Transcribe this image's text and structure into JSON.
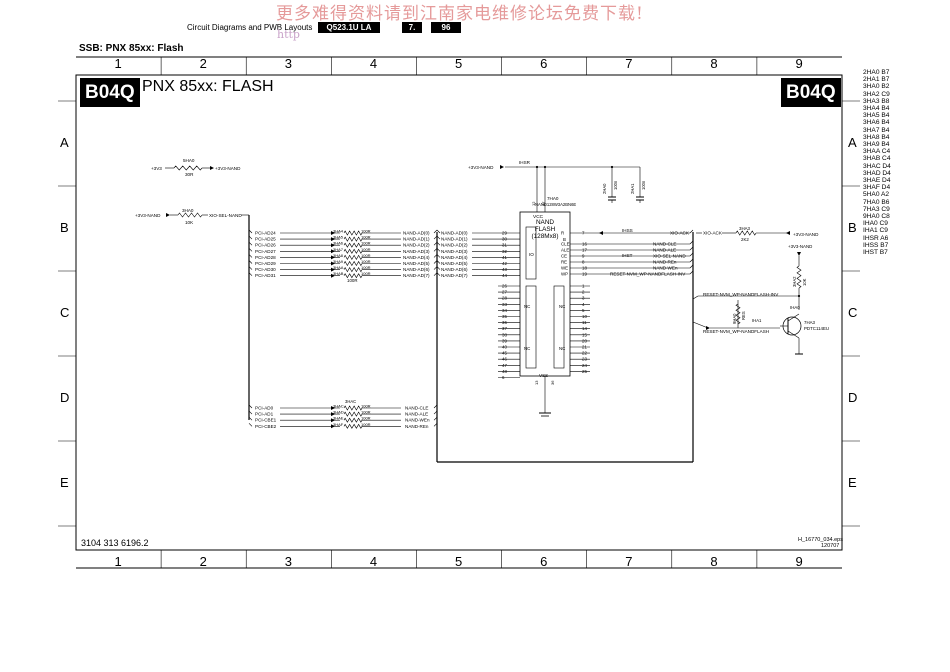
{
  "header": {
    "label": "Circuit Diagrams and PWB Layouts",
    "model": "Q523.1U LA",
    "section": "7.",
    "page": "96"
  },
  "watermark": {
    "line1": "更多难得资料请到江南家电维修论坛免费下载!",
    "line2": "http"
  },
  "ssb_title": "SSB: PNX 85xx: Flash",
  "sheet": {
    "code": "B04Q",
    "title": "PNX 85xx: FLASH",
    "doc_number": "3104 313 6196.2",
    "file_ref": "H_16770_034.eps",
    "date_ref": "120707"
  },
  "grid": {
    "columns": [
      "1",
      "2",
      "3",
      "4",
      "5",
      "6",
      "7",
      "8",
      "9"
    ],
    "rows": [
      "A",
      "B",
      "C",
      "D",
      "E"
    ]
  },
  "ref_list": [
    "2HA0 B7",
    "2HA1 B7",
    "3HA0 B2",
    "3HA2 C9",
    "3HA3 B8",
    "3HA4 B4",
    "3HA5 B4",
    "3HA6 B4",
    "3HA7 B4",
    "3HA8 B4",
    "3HA9 B4",
    "3HAA C4",
    "3HAB C4",
    "3HAC D4",
    "3HAD D4",
    "3HAE D4",
    "3HAF D4",
    "5HA0 A2",
    "7HA0 B6",
    "7HA3 C9",
    "9HA0 C8",
    "IHA0 C9",
    "IHA1 C9",
    "IHSR A6",
    "IHSS B7",
    "IHST B7"
  ],
  "schematic": {
    "power_left": {
      "net": "+3V3",
      "ref": "5HA0",
      "value": "30R",
      "out": "+3V3-NAND"
    },
    "pullup": {
      "net": "+3V3-NAND",
      "ref": "3HA0",
      "value": "10K",
      "out": "XIO-SEL-NAND"
    },
    "pci_ad": [
      "PCI-AD24",
      "PCI-AD25",
      "PCI-AD26",
      "PCI-AD27",
      "PCI-AD28",
      "PCI-AD29",
      "PCI-AD30",
      "PCI-AD31"
    ],
    "res_ad_refs": [
      "3HA4",
      "3HA5",
      "3HA6",
      "3HA7",
      "3HA8",
      "3HA9",
      "3HAA",
      "3HAB"
    ],
    "res_value": "100R",
    "nand_ad": [
      "NAND-AD(0)",
      "NAND-AD(1)",
      "NAND-AD(2)",
      "NAND-AD(3)",
      "NAND-AD(4)",
      "NAND-AD(5)",
      "NAND-AD(6)",
      "NAND-AD(7)"
    ],
    "io_pins": [
      "29",
      "30",
      "31",
      "32",
      "41",
      "42",
      "43",
      "44"
    ],
    "pci_ctl": [
      "PCI-AD0",
      "PCI-AD1",
      "PCI-CBE1",
      "PCI-CBE2"
    ],
    "res_ctl_refs": [
      "3HAC",
      "3HAD",
      "3HAE",
      "3HAF"
    ],
    "nand_ctl": [
      "NAND-CLE",
      "NAND-ALE",
      "NAND-WEn",
      "NAND-REn"
    ],
    "chip": {
      "ref": "7HA0",
      "part": "NAND128W3A2BN6E",
      "name1": "NAND",
      "name2": "FLASH",
      "size": "(128Mx8)",
      "vcc": "VCC",
      "vss": "VSS",
      "io": "IO",
      "nc": "NC"
    },
    "supply_net": "+3V3-NAND",
    "supply_test": "IHSR",
    "caps": [
      {
        "ref": "2HA0",
        "value": "100n"
      },
      {
        "ref": "2HA1",
        "value": "100n"
      }
    ],
    "nc_left": [
      "26",
      "27",
      "28",
      "33",
      "34",
      "35",
      "36",
      "37",
      "38",
      "39",
      "40",
      "45",
      "46",
      "47",
      "48",
      "6"
    ],
    "nc_right": [
      "1",
      "2",
      "3",
      "4",
      "5",
      "10",
      "11",
      "14",
      "15",
      "20",
      "21",
      "22",
      "23",
      "24",
      "25"
    ],
    "ctl_pins": [
      {
        "sig": "R",
        "pin": "7",
        "net": "XIO-ACK"
      },
      {
        "sig": "CLE",
        "pin": "16",
        "net": "NAND-CLE"
      },
      {
        "sig": "ALE",
        "pin": "17",
        "net": "NAND-ALE"
      },
      {
        "sig": "CE",
        "pin": "9",
        "net": "XIO-SEL-NAND"
      },
      {
        "sig": "RE",
        "pin": "8",
        "net": "NAND-REn"
      },
      {
        "sig": "WE",
        "pin": "18",
        "net": "NAND-WEn"
      },
      {
        "sig": "WP",
        "pin": "19",
        "net": "RESET-NVM_WP-NANDFLASH-INV"
      }
    ],
    "test_points": [
      "IHSS",
      "IHST"
    ],
    "rb": {
      "sig": "B",
      "net": "XIO-ACK",
      "ref": "3HA3",
      "value": "2K2",
      "supply": "+3V3-NAND"
    },
    "vcc_pins": [
      "12",
      "37"
    ],
    "vss_pins": [
      "13",
      "36"
    ],
    "reset": {
      "inv": "RESET-NVM_WP-NANDFLASH-INV",
      "in": "RESET-NVM_WP-NANDFLASH",
      "r_pull": {
        "ref": "3HA2",
        "value": "10K",
        "supply": "+3V3-NAND"
      },
      "r_base": {
        "ref": "9HA0",
        "value": "RES"
      },
      "tp": [
        "IHA0",
        "IHA1"
      ],
      "transistor": {
        "ref": "7HA3",
        "part": "PDTC114EU"
      }
    }
  }
}
